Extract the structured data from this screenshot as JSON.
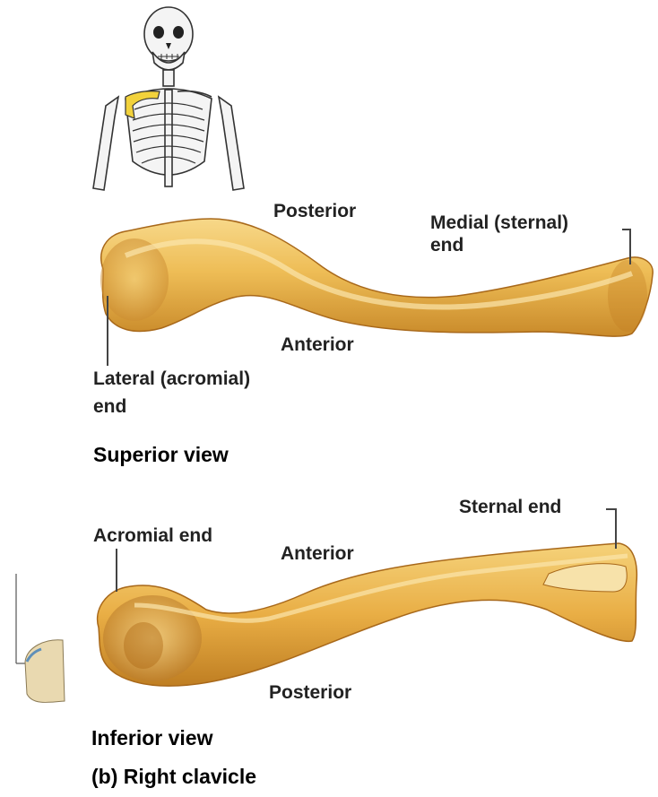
{
  "superior": {
    "posterior": "Posterior",
    "anterior": "Anterior",
    "medial_end_line1": "Medial (sternal)",
    "medial_end_line2": "end",
    "lateral_end_line1": "Lateral (acromial)",
    "lateral_end_line2": "end",
    "caption": "Superior view"
  },
  "inferior": {
    "sternal_end": "Sternal end",
    "acromial_end": "Acromial end",
    "anterior": "Anterior",
    "posterior": "Posterior",
    "caption": "Inferior view"
  },
  "figure_caption": "(b) Right clavicle",
  "colors": {
    "bone_light": "#f6d27a",
    "bone_mid": "#e6a83a",
    "bone_dark": "#b5741c",
    "clavicle_highlight": "#f2d23c"
  }
}
